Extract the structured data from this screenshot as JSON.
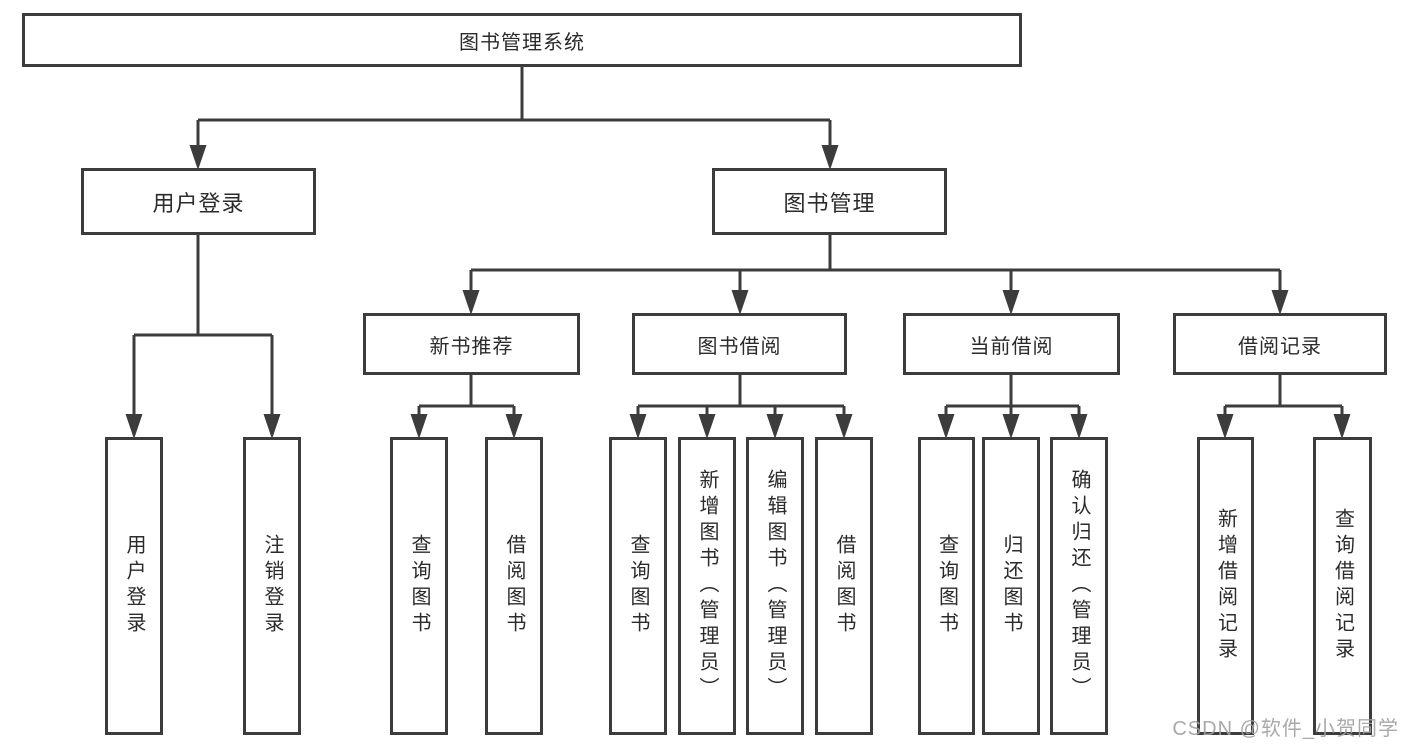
{
  "diagram": {
    "title": "图书管理系统",
    "tree": {
      "root": {
        "label": "图书管理系统"
      },
      "level2": [
        {
          "label": "用户登录",
          "leaves": [
            {
              "label": "用户登录"
            },
            {
              "label": "注销登录"
            }
          ]
        },
        {
          "label": "图书管理",
          "groups": [
            {
              "label": "新书推荐",
              "leaves": [
                {
                  "label": "查询图书"
                },
                {
                  "label": "借阅图书"
                }
              ]
            },
            {
              "label": "图书借阅",
              "leaves": [
                {
                  "label": "查询图书"
                },
                {
                  "label": "新增图书（管理员）"
                },
                {
                  "label": "编辑图书（管理员）"
                },
                {
                  "label": "借阅图书"
                }
              ]
            },
            {
              "label": "当前借阅",
              "leaves": [
                {
                  "label": "查询图书"
                },
                {
                  "label": "归还图书"
                },
                {
                  "label": "确认归还（管理员）"
                }
              ]
            },
            {
              "label": "借阅记录",
              "leaves": [
                {
                  "label": "新增借阅记录"
                },
                {
                  "label": "查询借阅记录"
                }
              ]
            }
          ]
        }
      ]
    },
    "colors": {
      "background": "#ffffff",
      "box_border": "#3c3c3c",
      "connector_line": "#3c3c3c",
      "text": "#2b2b2b",
      "watermark": "#a0a0a0"
    }
  },
  "watermark": {
    "text": "CSDN @软件_小贺同学"
  }
}
